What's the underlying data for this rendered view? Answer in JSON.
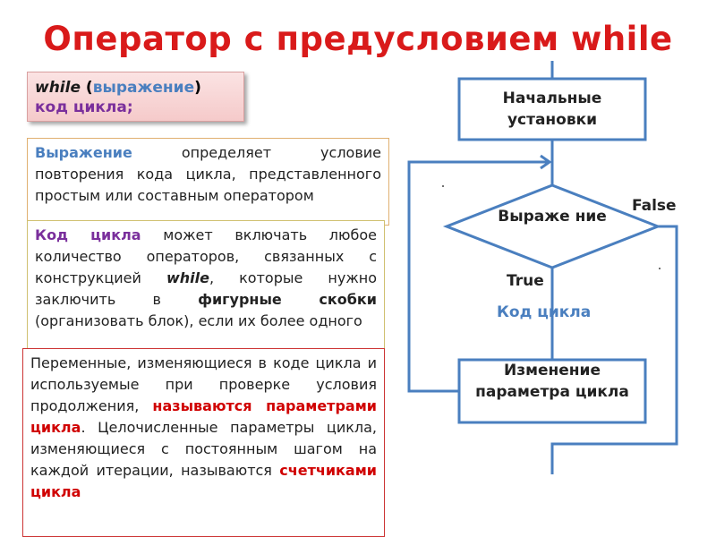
{
  "title": "Оператор с предусловием while",
  "syntax": {
    "kw": "while",
    "open": " (",
    "expr": "выражение",
    "close": ")",
    "body": "код цикла;"
  },
  "panel1": {
    "term": "Выражение",
    "text": " определяет условие повторения кода цикла, представленного простым или составным оператором"
  },
  "panel2": {
    "term": "Код цикла",
    "t1": " может включать любое количество операторов, связанных с конструкцией ",
    "kw": "while",
    "t2": ", которые нужно заключить в ",
    "bold": "фигурные скобки",
    "t3": " (организовать блок), если их более одного"
  },
  "panel3": {
    "t1": "Переменные, изменяющиеся в коде цикла и используемые при проверке условия продолжения, ",
    "red1": "называются параметрами цикла",
    "t2": ". Целочисленные параметры цикла, изменяющиеся с постоянным шагом на каждой итерации, называются ",
    "red2": "счетчиками цикла"
  },
  "flowchart": {
    "init": "Начальные установки",
    "cond": "Выраже ние",
    "false_label": "False",
    "true_label": "True",
    "body": "Код цикла",
    "update": "Изменение параметра цикла"
  },
  "colors": {
    "title": "#d91a1a",
    "accent_blue": "#4a7fbf",
    "accent_purple": "#7a2f9c",
    "flow_stroke": "#4a7fbf",
    "highlight_red": "#d00000"
  }
}
